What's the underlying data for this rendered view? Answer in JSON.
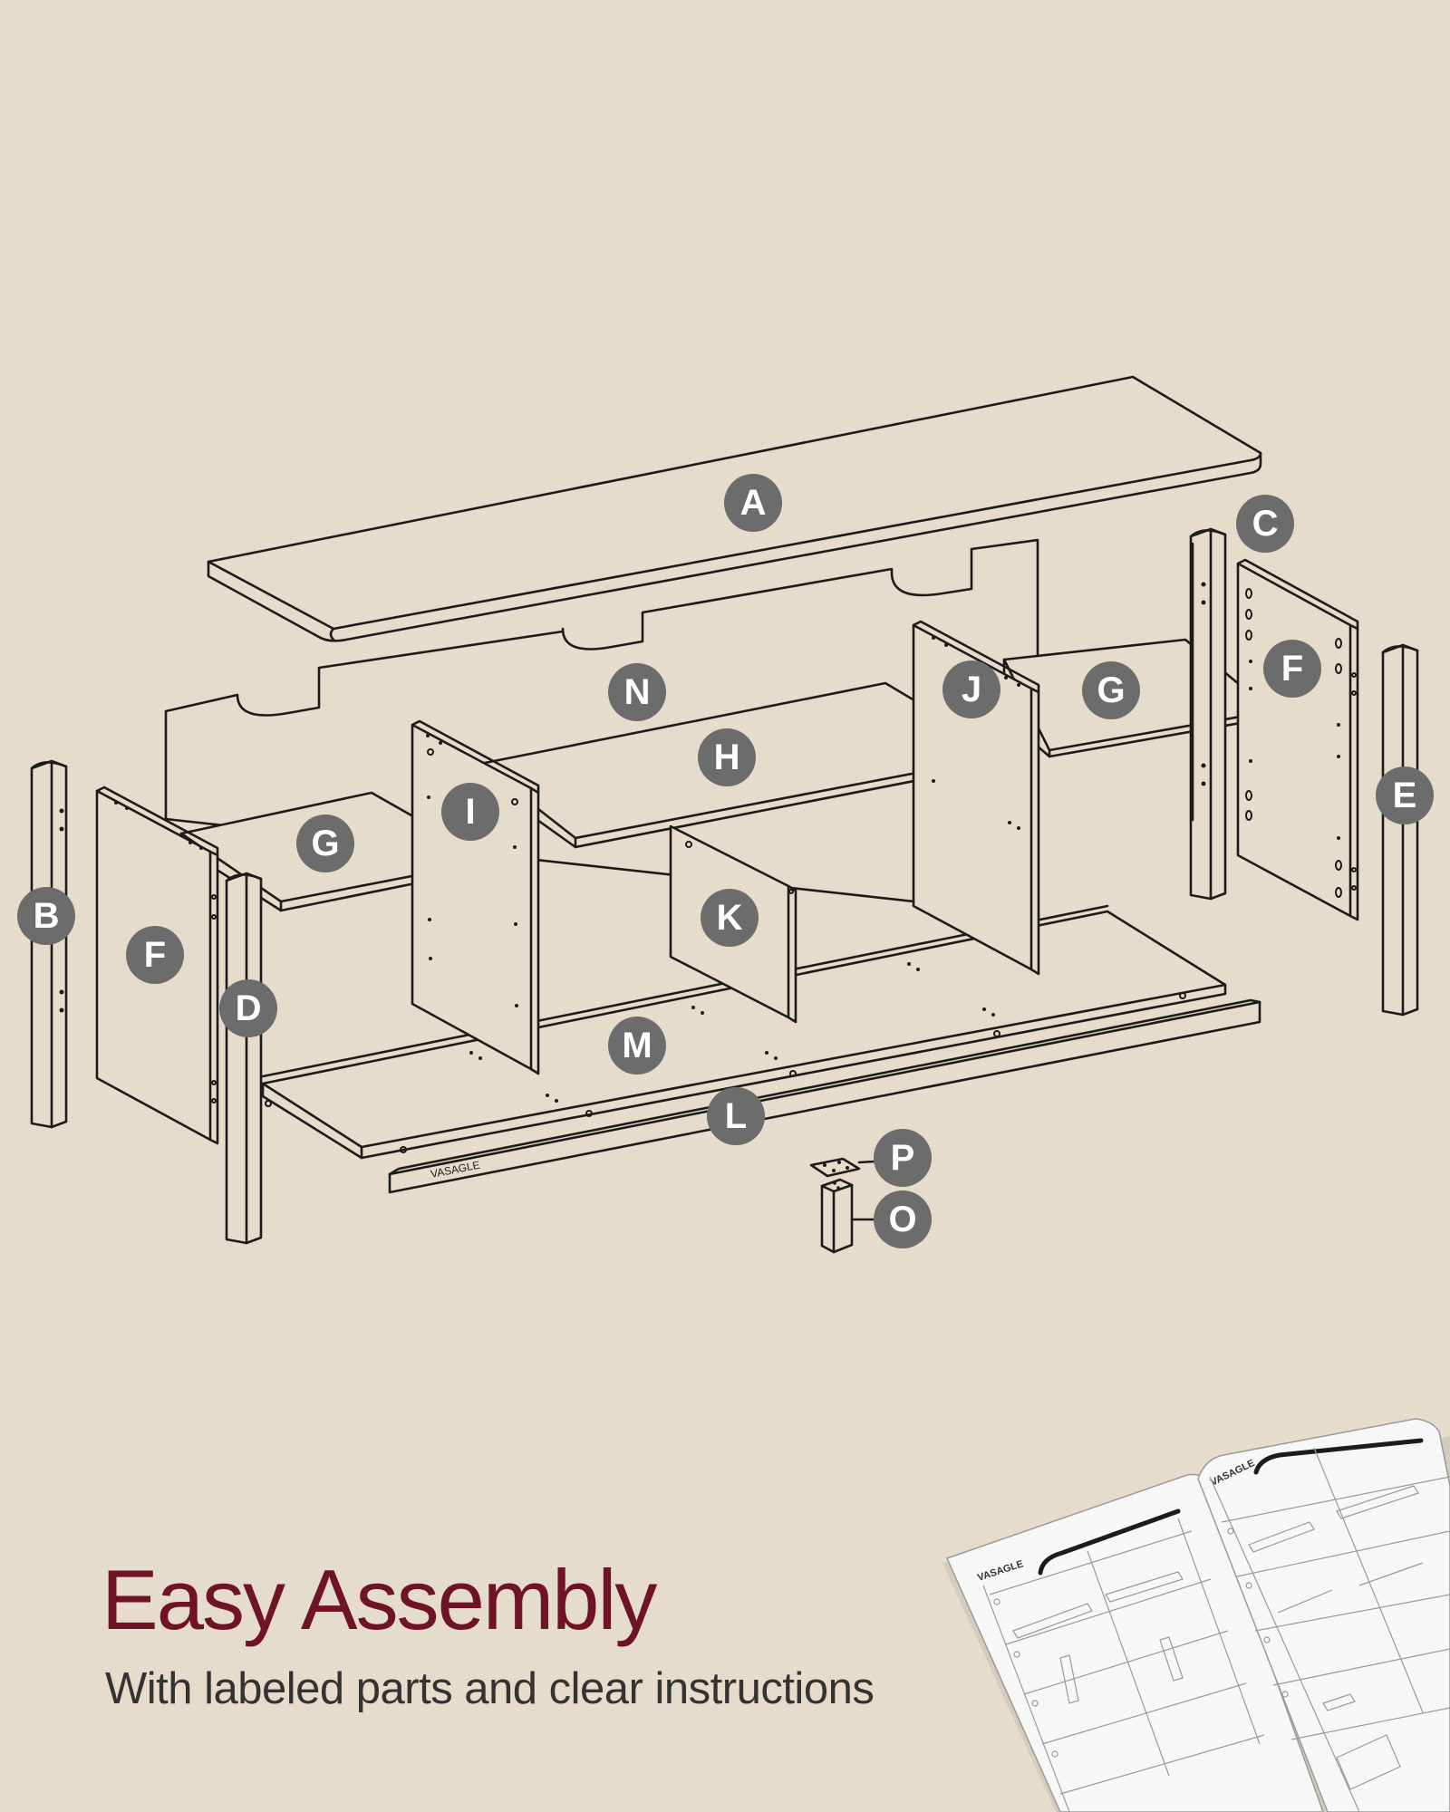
{
  "labels": {
    "A": "A",
    "B": "B",
    "C": "C",
    "D": "D",
    "E": "E",
    "F": "F",
    "G": "G",
    "H": "H",
    "I": "I",
    "J": "J",
    "K": "K",
    "L": "L",
    "M": "M",
    "N": "N",
    "O": "O",
    "P": "P"
  },
  "brand": {
    "panel_logo": "VASAGLE",
    "manual_logo": "VASAGLE"
  },
  "headline": "Easy Assembly",
  "subline": "With labeled parts and clear instructions",
  "colors": {
    "background": "#e6dccb",
    "headline": "#6e1426",
    "badge": "#6c6c6c",
    "line": "#1c1c1c"
  }
}
